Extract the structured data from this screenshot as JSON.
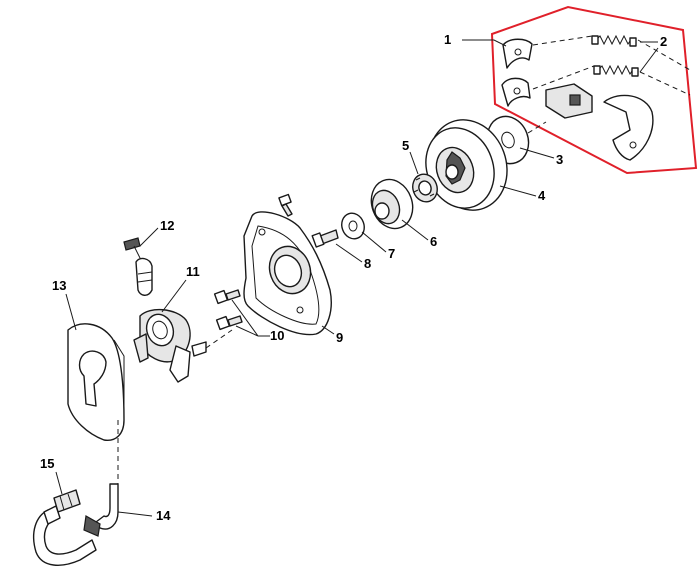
{
  "callouts": [
    {
      "number": "1"
    },
    {
      "number": "2"
    },
    {
      "number": "3"
    },
    {
      "number": "4"
    },
    {
      "number": "5"
    },
    {
      "number": "6"
    },
    {
      "number": "7"
    },
    {
      "number": "8"
    },
    {
      "number": "9"
    },
    {
      "number": "10"
    },
    {
      "number": "11"
    },
    {
      "number": "12"
    },
    {
      "number": "13"
    },
    {
      "number": "14"
    },
    {
      "number": "15"
    }
  ],
  "colors": {
    "highlight_outline": "#e0202a",
    "line": "#1a1a1a"
  }
}
